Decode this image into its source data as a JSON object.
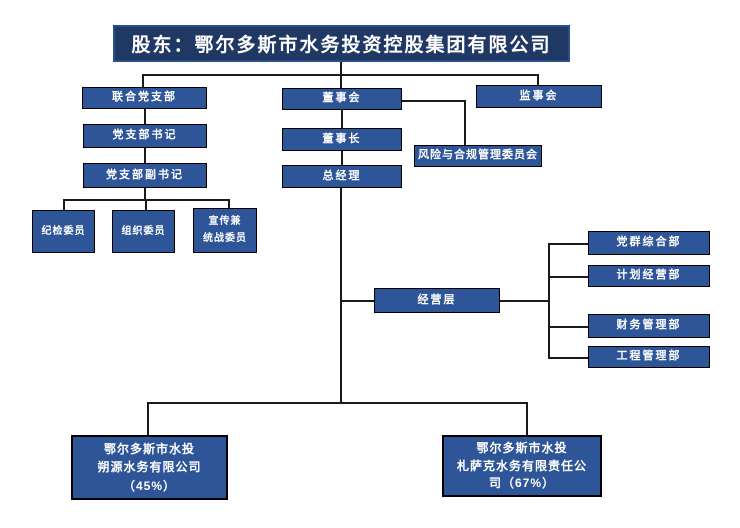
{
  "chart": {
    "type": "org-chart",
    "title": "股东：鄂尔多斯市水务投资控股集团有限公司",
    "colors": {
      "title_fill": "#1f3864",
      "box_fill": "#2e5597",
      "box_border": "#000000",
      "line": "#1a1a1a",
      "text": "#ffffff"
    },
    "nodes": {
      "lianhe_dangzhibu": "联合党支部",
      "dangzhibu_shuji": "党支部书记",
      "dangzhibu_fushuji": "党支部副书记",
      "jijian_weiyuan": "纪检委员",
      "zuzhi_weiyuan": "组织委员",
      "xuanchuan": {
        "line1": "宣传兼",
        "line2": "统战委员"
      },
      "dongshihui": "董事会",
      "dongshizhang": "董事长",
      "zongjingli": "总经理",
      "jianshihui": "监事会",
      "fengxian_hegui": "风险与合规管理委员会",
      "jingyingceng": "经营层",
      "dangqun_zonghebu": "党群综合部",
      "jihua_jingyingbu": "计划经营部",
      "caiwu_guanlibu": "财务管理部",
      "gongcheng_guanlibu": "工程管理部",
      "company_shuoyuan": {
        "line1": "鄂尔多斯市水投",
        "line2": "朔源水务有限公司",
        "line3": "（45%）"
      },
      "company_zhasake": {
        "line1": "鄂尔多斯市水投",
        "line2": "札萨克水务有限责任公",
        "line3": "司（67%）"
      }
    },
    "structure_notes": {
      "shareholder_children": [
        "联合党支部",
        "董事会",
        "监事会"
      ],
      "party_chain": [
        "联合党支部",
        "党支部书记",
        "党支部副书记"
      ],
      "party_committee_members": [
        "纪检委员",
        "组织委员",
        "宣传兼统战委员"
      ],
      "governance_chain": [
        "董事会",
        "董事长",
        "总经理"
      ],
      "board_committee": "风险与合规管理委员会",
      "management_departments": [
        "党群综合部",
        "计划经营部",
        "财务管理部",
        "工程管理部"
      ],
      "subsidiaries": [
        "鄂尔多斯市水投朔源水务有限公司（45%）",
        "鄂尔多斯市水投札萨克水务有限责任公司（67%）"
      ]
    }
  }
}
